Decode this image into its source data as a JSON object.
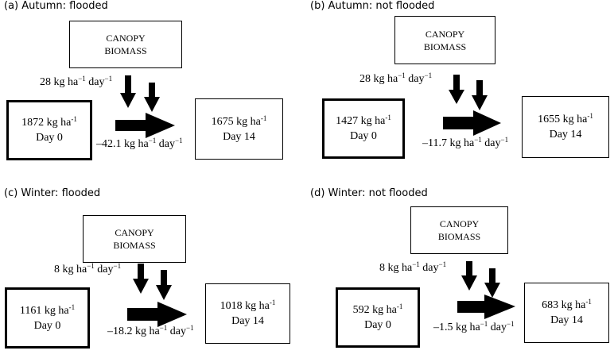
{
  "panels": [
    {
      "title": "(a)  Autumn: flooded",
      "canopy_line1": "CANOPY",
      "canopy_line2": "BIOMASS",
      "input_flux": "28 kg ha",
      "input_flux_exp": "−1",
      "input_flux_mid": " day",
      "input_flux_exp2": "−1",
      "start_value": "1872 kg ha",
      "start_exp": "-1",
      "start_day": "Day 0",
      "end_value": "1675 kg ha",
      "end_exp": "-1",
      "end_day": "Day 14",
      "net_flux": "–42.1 kg ha",
      "net_flux_exp": "−1",
      "net_flux_mid": " day",
      "net_flux_exp2": "−1"
    },
    {
      "title": "(b)  Autumn: not flooded",
      "canopy_line1": "CANOPY",
      "canopy_line2": "BIOMASS",
      "input_flux": "28 kg ha",
      "input_flux_exp": "−1",
      "input_flux_mid": " day",
      "input_flux_exp2": "−1",
      "start_value": "1427 kg ha",
      "start_exp": "-1",
      "start_day": "Day 0",
      "end_value": "1655 kg ha",
      "end_exp": "-1",
      "end_day": "Day 14",
      "net_flux": "–11.7 kg ha",
      "net_flux_exp": "−1",
      "net_flux_mid": " day",
      "net_flux_exp2": "−1"
    },
    {
      "title": "(c)  Winter: flooded",
      "canopy_line1": "CANOPY",
      "canopy_line2": "BIOMASS",
      "input_flux": "8 kg ha",
      "input_flux_exp": "−1",
      "input_flux_mid": " day",
      "input_flux_exp2": "−1",
      "start_value": "1161 kg ha",
      "start_exp": "-1",
      "start_day": "Day 0",
      "end_value": "1018 kg ha",
      "end_exp": "-1",
      "end_day": "Day 14",
      "net_flux": "–18.2 kg ha",
      "net_flux_exp": "−1",
      "net_flux_mid": " day",
      "net_flux_exp2": "−1"
    },
    {
      "title": "(d)  Winter: not flooded",
      "canopy_line1": "CANOPY",
      "canopy_line2": "BIOMASS",
      "input_flux": "8 kg ha",
      "input_flux_exp": "−1",
      "input_flux_mid": " day",
      "input_flux_exp2": "−1",
      "start_value": "592 kg ha",
      "start_exp": "-1",
      "start_day": "Day 0",
      "end_value": "683 kg ha",
      "end_exp": "-1",
      "end_day": "Day 14",
      "net_flux": "–1.5 kg ha",
      "net_flux_exp": "−1",
      "net_flux_mid": " day",
      "net_flux_exp2": "−1"
    }
  ]
}
